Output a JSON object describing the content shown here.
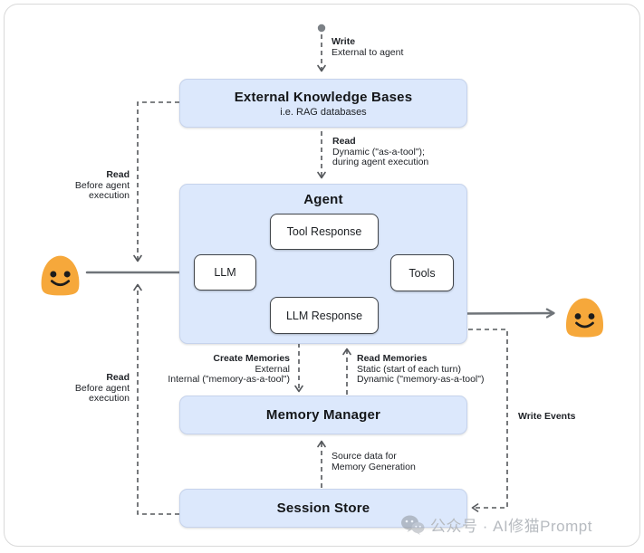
{
  "colors": {
    "box_fill": "#dce8fc",
    "box_border": "#c6d3ec",
    "node_border": "#41454a",
    "solid_arrow": "#6f7479",
    "dashed_line": "#55585c",
    "emoji_body": "#f6a83b",
    "text": "#202328",
    "watermark_text": "#b7bbc0"
  },
  "boxes": {
    "external_knowledge_bases": {
      "title": "External Knowledge Bases",
      "subtitle": "i.e. RAG databases"
    },
    "agent": {
      "title": "Agent",
      "nodes": {
        "tool_response": "Tool Response",
        "llm": "LLM",
        "tools": "Tools",
        "llm_response": "LLM Response"
      }
    },
    "memory_manager": {
      "title": "Memory Manager"
    },
    "session_store": {
      "title": "Session Store"
    }
  },
  "labels": {
    "write_top": {
      "line1": "Write",
      "line2": "External to agent"
    },
    "read_dynamic": {
      "line1": "Read",
      "line2": "Dynamic (\"as-a-tool\");",
      "line3": "during agent execution"
    },
    "read_before_1": {
      "line1": "Read",
      "line2": "Before agent",
      "line3": "execution"
    },
    "read_before_2": {
      "line1": "Read",
      "line2": "Before agent",
      "line3": "execution"
    },
    "create_memories": {
      "line1": "Create Memories",
      "line2": "External",
      "line3": "Internal (\"memory-as-a-tool\")"
    },
    "read_memories": {
      "line1": "Read Memories",
      "line2": "Static (start of each turn)",
      "line3": "Dynamic (\"memory-as-a-tool\")"
    },
    "source_data": {
      "line1": "Source data for",
      "line2": "Memory Generation"
    },
    "write_events": {
      "line1": "Write Events"
    }
  },
  "watermark": {
    "text": "公众号 · AI修猫Prompt",
    "icon": "wechat-icon"
  },
  "icons": {
    "user_left": "blob-smiley-emoji",
    "user_right": "blob-smiley-emoji"
  }
}
